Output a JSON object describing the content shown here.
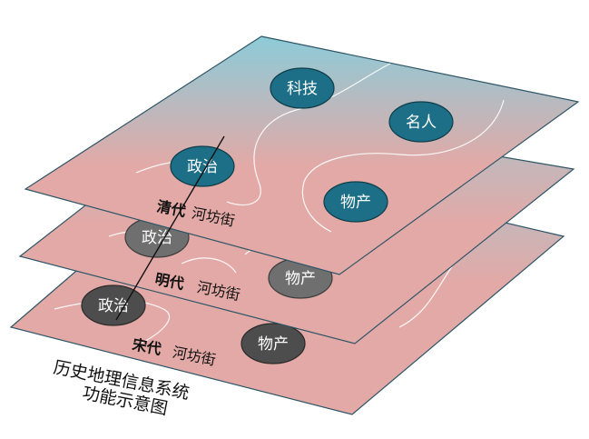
{
  "layers": [
    {
      "id": "song",
      "era": "宋代",
      "place": "河坊街",
      "bubble_color": "#4d4d4d",
      "bubbles": [
        {
          "id": "politics",
          "label": "政治"
        },
        {
          "id": "products",
          "label": "物产"
        }
      ]
    },
    {
      "id": "ming",
      "era": "明代",
      "place": "河坊街",
      "bubble_color": "#6f6f6f",
      "bubbles": [
        {
          "id": "politics",
          "label": "政治"
        },
        {
          "id": "products",
          "label": "物产"
        }
      ]
    },
    {
      "id": "qing",
      "era": "清代",
      "place": "河坊街",
      "bubble_color": "#1c6f86",
      "bubbles": [
        {
          "id": "technology",
          "label": "科技"
        },
        {
          "id": "celebrities",
          "label": "名人"
        },
        {
          "id": "politics",
          "label": "政治"
        },
        {
          "id": "products",
          "label": "物产"
        }
      ]
    }
  ],
  "caption": {
    "line1": "历史地理信息系统",
    "line2": "功能示意图"
  },
  "colors": {
    "plane_top": "#8ccbd8",
    "plane_bottom": "#e3a9a6",
    "plane_edge": "#2e5566",
    "connector": "#111111"
  }
}
